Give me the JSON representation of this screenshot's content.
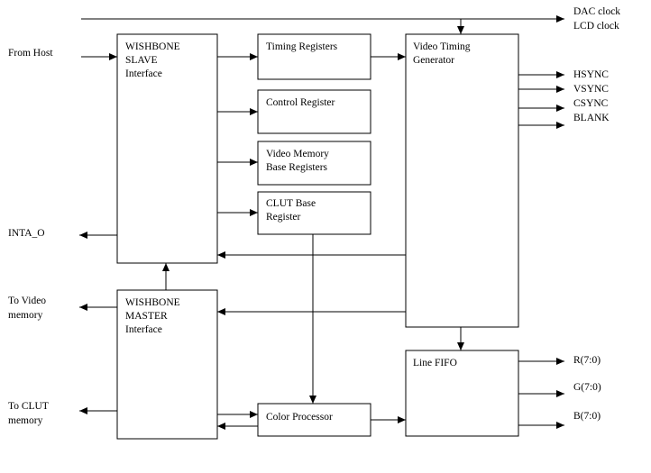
{
  "blocks": {
    "wb_slave": [
      "WISHBONE",
      "SLAVE",
      "Interface"
    ],
    "wb_master": [
      "WISHBONE",
      "MASTER",
      "Interface"
    ],
    "timing_regs": [
      "Timing Registers"
    ],
    "control_reg": [
      "Control Register"
    ],
    "vmem_base": [
      "Video Memory",
      "Base Registers"
    ],
    "clut_base": [
      "CLUT Base",
      "Register"
    ],
    "vtg": [
      "Video Timing",
      "Generator"
    ],
    "line_fifo": [
      "Line FIFO"
    ],
    "color_proc": [
      "Color Processor"
    ]
  },
  "signals": {
    "from_host": [
      "From Host"
    ],
    "inta_o": [
      "INTA_O"
    ],
    "to_video_mem": [
      "To Video",
      "memory"
    ],
    "to_clut_mem": [
      "To CLUT",
      "memory"
    ],
    "dac_lcd_clock": [
      "DAC clock",
      "LCD clock"
    ],
    "hsync": [
      "HSYNC"
    ],
    "vsync": [
      "VSYNC"
    ],
    "csync": [
      "CSYNC"
    ],
    "blank": [
      "BLANK"
    ],
    "r": [
      "R(7:0)"
    ],
    "g": [
      "G(7:0)"
    ],
    "b": [
      "B(7:0)"
    ]
  }
}
